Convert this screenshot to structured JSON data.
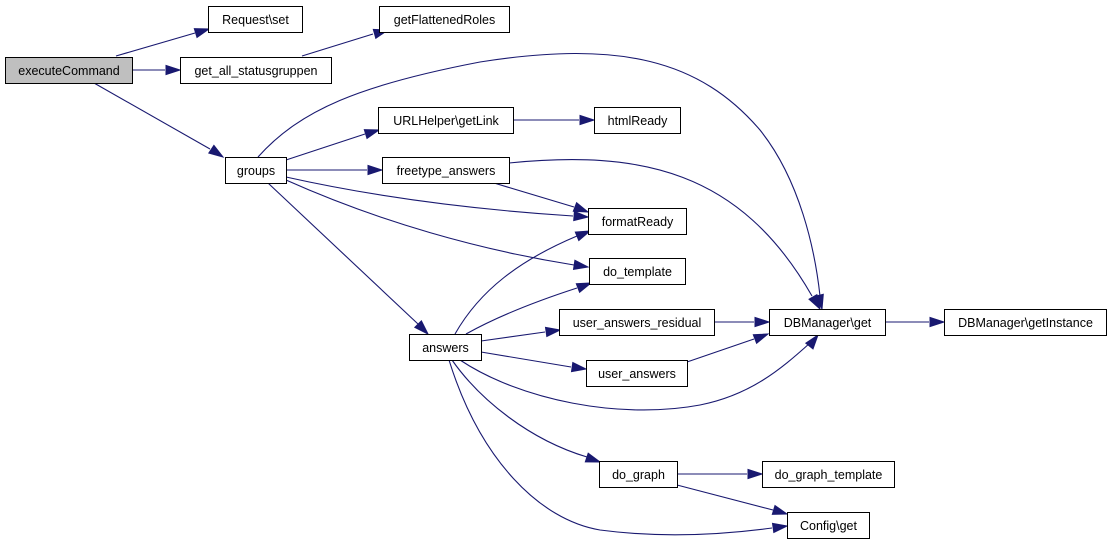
{
  "diagram": {
    "type": "call-graph",
    "colors": {
      "edge": "#191970",
      "root_fill": "#bfbfbf",
      "node_fill": "#ffffff",
      "node_border": "#000000"
    },
    "nodes": [
      {
        "id": "executeCommand",
        "label": "executeCommand",
        "root": true
      },
      {
        "id": "request_set",
        "label": "Request\\set"
      },
      {
        "id": "getFlattenedRoles",
        "label": "getFlattenedRoles"
      },
      {
        "id": "get_all_statusgruppen",
        "label": "get_all_statusgruppen"
      },
      {
        "id": "groups",
        "label": "groups"
      },
      {
        "id": "urlhelper_getlink",
        "label": "URLHelper\\getLink"
      },
      {
        "id": "htmlReady",
        "label": "htmlReady"
      },
      {
        "id": "freetype_answers",
        "label": "freetype_answers"
      },
      {
        "id": "formatReady",
        "label": "formatReady"
      },
      {
        "id": "do_template",
        "label": "do_template"
      },
      {
        "id": "answers",
        "label": "answers"
      },
      {
        "id": "user_answers_residual",
        "label": "user_answers_residual"
      },
      {
        "id": "user_answers",
        "label": "user_answers"
      },
      {
        "id": "dbmanager_get",
        "label": "DBManager\\get"
      },
      {
        "id": "dbmanager_getinstance",
        "label": "DBManager\\getInstance"
      },
      {
        "id": "do_graph",
        "label": "do_graph"
      },
      {
        "id": "do_graph_template",
        "label": "do_graph_template"
      },
      {
        "id": "config_get",
        "label": "Config\\get"
      }
    ],
    "edges": [
      {
        "from": "executeCommand",
        "to": "request_set"
      },
      {
        "from": "executeCommand",
        "to": "get_all_statusgruppen"
      },
      {
        "from": "executeCommand",
        "to": "groups"
      },
      {
        "from": "get_all_statusgruppen",
        "to": "getFlattenedRoles"
      },
      {
        "from": "groups",
        "to": "dbmanager_get"
      },
      {
        "from": "groups",
        "to": "urlhelper_getlink"
      },
      {
        "from": "groups",
        "to": "freetype_answers"
      },
      {
        "from": "groups",
        "to": "formatReady"
      },
      {
        "from": "groups",
        "to": "do_template"
      },
      {
        "from": "groups",
        "to": "answers"
      },
      {
        "from": "urlhelper_getlink",
        "to": "htmlReady"
      },
      {
        "from": "freetype_answers",
        "to": "dbmanager_get"
      },
      {
        "from": "freetype_answers",
        "to": "formatReady"
      },
      {
        "from": "answers",
        "to": "formatReady"
      },
      {
        "from": "answers",
        "to": "do_template"
      },
      {
        "from": "answers",
        "to": "user_answers_residual"
      },
      {
        "from": "answers",
        "to": "user_answers"
      },
      {
        "from": "answers",
        "to": "dbmanager_get"
      },
      {
        "from": "answers",
        "to": "do_graph"
      },
      {
        "from": "answers",
        "to": "config_get"
      },
      {
        "from": "user_answers_residual",
        "to": "dbmanager_get"
      },
      {
        "from": "user_answers",
        "to": "dbmanager_get"
      },
      {
        "from": "dbmanager_get",
        "to": "dbmanager_getinstance"
      },
      {
        "from": "do_graph",
        "to": "do_graph_template"
      },
      {
        "from": "do_graph",
        "to": "config_get"
      }
    ]
  }
}
